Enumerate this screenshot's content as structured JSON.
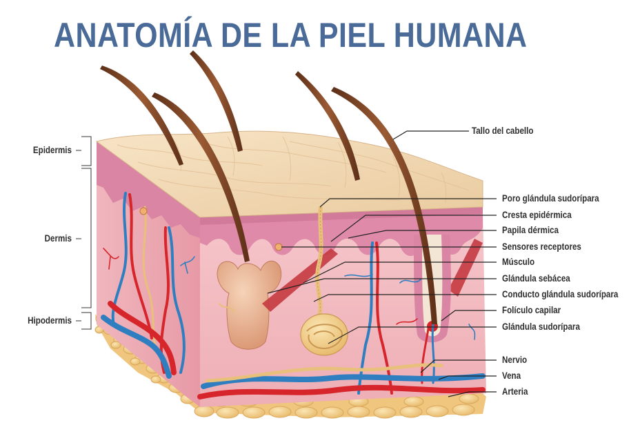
{
  "title": "ANATOMÍA DE LA PIEL HUMANA",
  "layers": {
    "epidermis": "Epidermis",
    "dermis": "Dermis",
    "hipodermis": "Hipodermis"
  },
  "labels": [
    "Tallo del cabello",
    "Poro glándula sudorípara",
    "Cresta epidérmica",
    "Papila dérmica",
    "Sensores receptores",
    "Músculo",
    "Glándula sebácea",
    "Conducto glándula sudorípara",
    "Folículo capilar",
    "Glándula sudorípara",
    "Nervio",
    "Vena",
    "Arteria"
  ],
  "colors": {
    "title": "#4a6a98",
    "epidermis_surface": "#f3d9b4",
    "dermis": "#f1bcc0",
    "papilla": "#de8aa8",
    "hair": "#7b4527",
    "artery": "#d6262c",
    "vein": "#2f7fc0",
    "nerve": "#e9c07b",
    "fat": "#f2cd84"
  }
}
